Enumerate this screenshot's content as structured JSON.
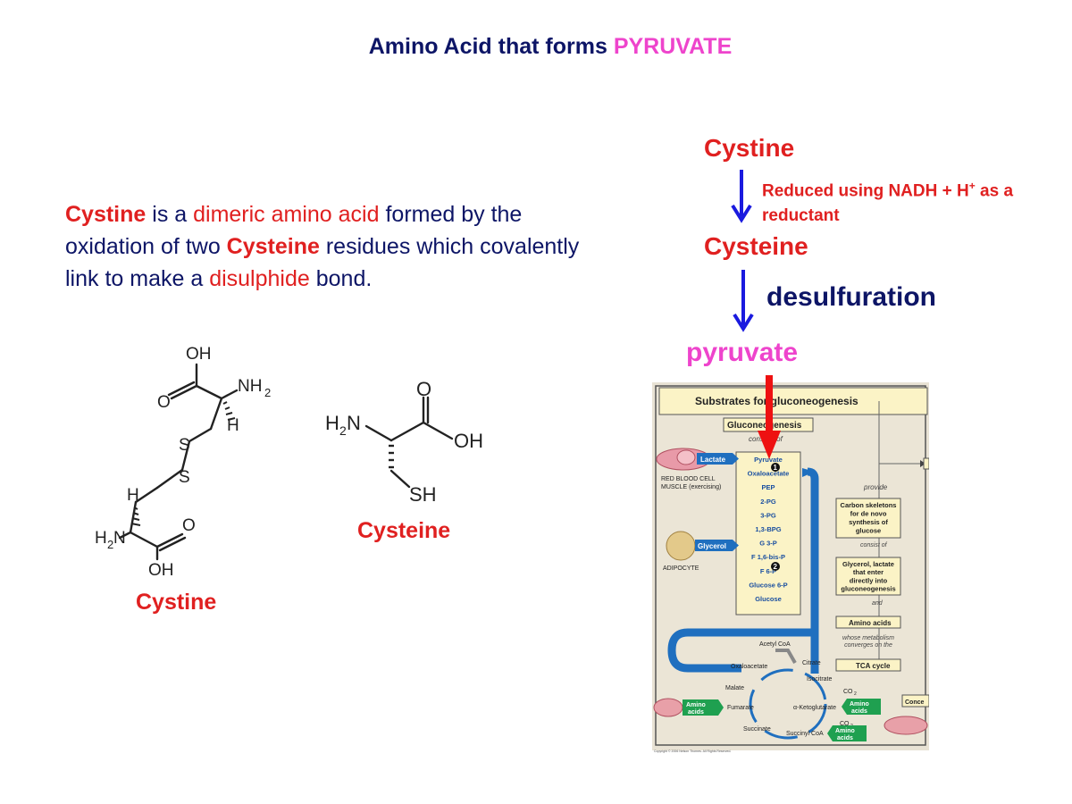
{
  "slide": {
    "title_prefix": "Amino Acid that forms ",
    "title_highlight": "PYRUVATE"
  },
  "paragraph": {
    "p1": "Cystine",
    "p2": " is a ",
    "p3": "dimeric amino acid",
    "p4": " formed by the oxidation of two ",
    "p5": "Cysteine",
    "p6": " residues which covalently link to make a ",
    "p7": "disulphide",
    "p8": " bond."
  },
  "structures": {
    "cystine_label": "Cystine",
    "cysteine_label": "Cysteine",
    "oh": "OH",
    "nh2": "NH",
    "two": "2",
    "h2n": "H",
    "h": "H",
    "s": "S",
    "o": "O",
    "sh": "SH",
    "n": "N"
  },
  "flow": {
    "cystine": "Cystine",
    "reduced_text_a": "Reduced using NADH + H",
    "reduced_sup": "+",
    "reduced_text_b": " as a reductant",
    "cysteine": "Cysteine",
    "desulfuration": "desulfuration",
    "pyruvate": "pyruvate"
  },
  "figure": {
    "header": "Substrates for gluconeogenesis",
    "gluconeogenesis_box": "Gluconeogenesis",
    "consists_of": "consists of",
    "lactate": "Lactate",
    "red_blood_cell": "RED BLOOD CELL",
    "muscle": "MUSCLE (exercising)",
    "glycerol": "Glycerol",
    "adipocyte": "ADIPOCYTE",
    "pathway": [
      "Pyruvate",
      "Oxaloacetate",
      "PEP",
      "2-PG",
      "3-PG",
      "1,3-BPG",
      "G 3-P",
      "F 1,6-bis-P",
      "F 6-P",
      "Glucose 6-P",
      "Glucose"
    ],
    "step1": "1",
    "step2": "2",
    "provide": "provide",
    "carbon_skeletons": [
      "Carbon skeletons",
      "for de novo",
      "synthesis of",
      "glucose"
    ],
    "consist_of": "consist of",
    "glycerol_lactate": [
      "Glycerol, lactate",
      "that enter",
      "directly into",
      "gluconeogenesis"
    ],
    "and": "and",
    "amino_acids_box": "Amino acids",
    "whose_metabolism": [
      "whose metabolism",
      "converges on the"
    ],
    "tca_cycle": "TCA cycle",
    "acetyl_coa": "Acetyl CoA",
    "oxaloacetate": "Oxaloacetate",
    "citrate": "Citrate",
    "isocitrate": "Isocitrate",
    "malate": "Malate",
    "fumarate": "Fumarate",
    "alpha_kg": "α-Ketoglutarate",
    "succinyl_coa": "Succinyl CoA",
    "succinate": "Succinate",
    "co2": "CO",
    "co2_sub": "2",
    "amino": "Amino",
    "acids": "acids",
    "concept": "Conce",
    "copyright": "Copyright © 2006 Nelson Thornes. All Rights Reserved.",
    "colors": {
      "blue_arrow": "#1f6fbf",
      "green_tag": "#1fa050",
      "panel_bg": "#e8e2d4",
      "box_bg": "#fbf3c6"
    }
  },
  "colors": {
    "navy": "#0d1566",
    "red": "#e02020",
    "magenta": "#ee44cc",
    "arrow_blue": "#1a1adf",
    "arrow_red": "#ee1111"
  }
}
